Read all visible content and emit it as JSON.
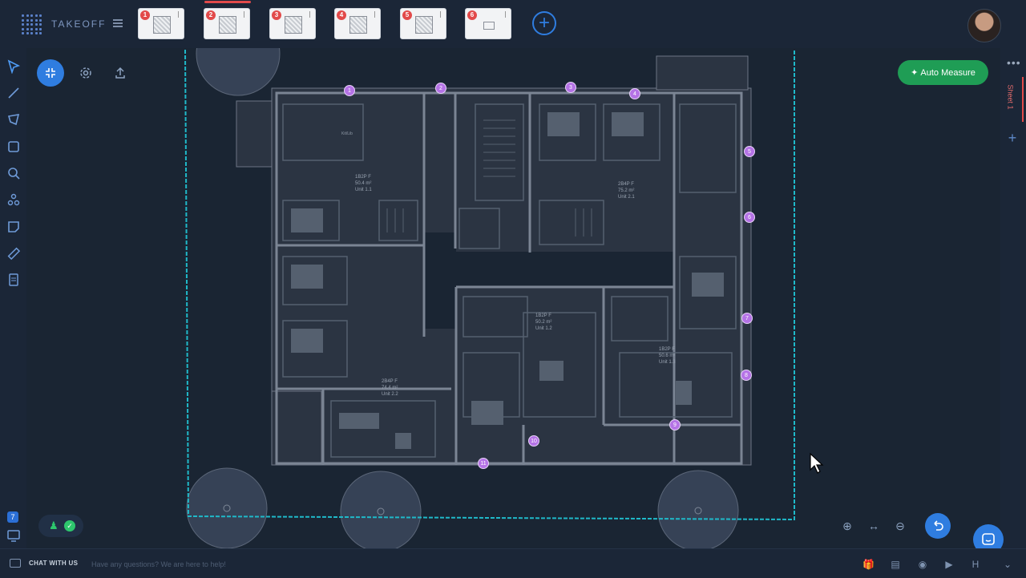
{
  "app": {
    "logo_text": "TAKEOFF"
  },
  "sheets": {
    "thumbnails": [
      {
        "number": "1",
        "active": false,
        "empty": false
      },
      {
        "number": "2",
        "active": true,
        "empty": false
      },
      {
        "number": "3",
        "active": false,
        "empty": false
      },
      {
        "number": "4",
        "active": false,
        "empty": false
      },
      {
        "number": "5",
        "active": false,
        "empty": false
      },
      {
        "number": "6",
        "active": false,
        "empty": true
      }
    ],
    "add_label": "+"
  },
  "right_panel": {
    "sheet_tab_label": "Sheet 1",
    "add_label": "+"
  },
  "toolbar": {
    "auto_measure_label": "Auto Measure"
  },
  "left_panel": {
    "badge_count": "7"
  },
  "plan": {
    "rooms": [
      {
        "line1": "Kit/Lib",
        "line2": ""
      },
      {
        "line1": "1B2P F",
        "line2": "50.4 m²",
        "line3": "Unit 1.1"
      },
      {
        "line1": "2B4P F",
        "line2": "75.2 m²",
        "line3": "Unit 2.1"
      },
      {
        "line1": "1B2P F",
        "line2": "50.2 m²",
        "line3": "Unit 1.2"
      },
      {
        "line1": "1B2P F",
        "line2": "50.6 m²",
        "line3": "Unit 1.3"
      },
      {
        "line1": "2B4P F",
        "line2": "74.4 m²",
        "line3": "Unit 2.2"
      }
    ],
    "markers": [
      "1",
      "2",
      "3",
      "4",
      "5",
      "6",
      "7",
      "8",
      "9",
      "10",
      "11"
    ]
  },
  "chat": {
    "label": "CHAT WITH US",
    "placeholder": "Have any questions? We are here to help!"
  },
  "colors": {
    "accent": "#2f7de0",
    "success": "#1f9d55",
    "marker": "#b573e6",
    "boundary": "#1fb9c9",
    "alert": "#e24a4a"
  }
}
